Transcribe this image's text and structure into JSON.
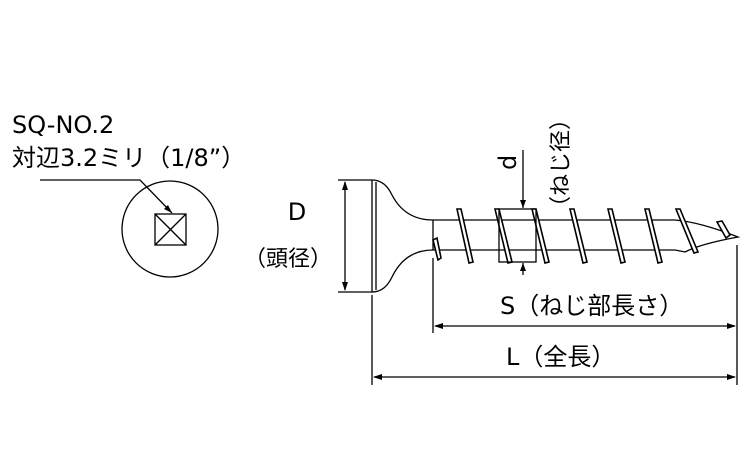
{
  "drive": {
    "line1": "SQ-NO.2",
    "line2": "対辺3.2ミリ（1/8”）"
  },
  "head_diameter": {
    "symbol": "D",
    "label": "（頭径）"
  },
  "thread_diameter": {
    "symbol": "d",
    "label": "（ねじ径）"
  },
  "thread_length": {
    "label": "S（ねじ部長さ）"
  },
  "total_length": {
    "label": "L（全長）"
  }
}
